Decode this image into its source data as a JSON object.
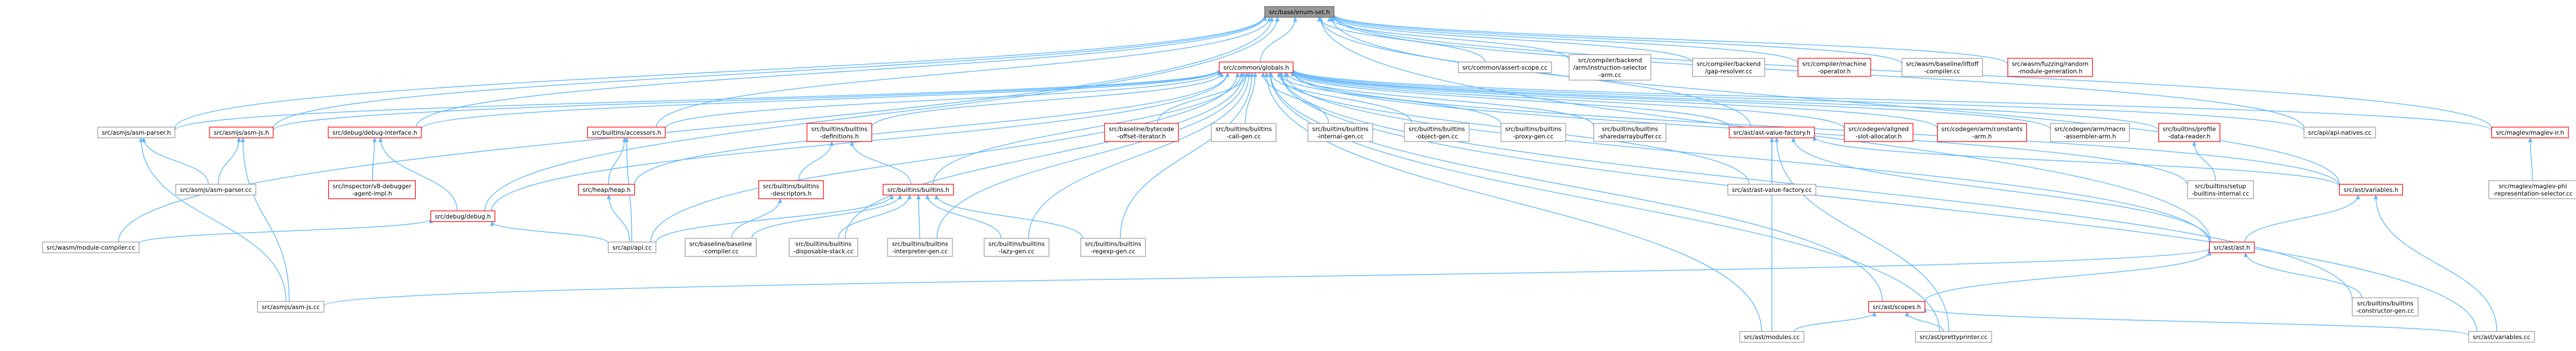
{
  "diagram": {
    "kind": "include-dependency-graph",
    "colors": {
      "edge": "#63b8ff",
      "root_fill": "#999999",
      "root_stroke": "#666666",
      "plain_stroke": "#999999",
      "truncated_stroke": "#ff0000",
      "node_fill": "#ffffff"
    },
    "nodes": [
      {
        "id": "n0",
        "lines": [
          "src/base/enum-set.h"
        ],
        "style": "root"
      },
      {
        "id": "n1",
        "lines": [
          "src/common/globals.h"
        ],
        "style": "truncated"
      },
      {
        "id": "n2",
        "lines": [
          "src/common/assert-scope.cc"
        ],
        "style": "plain"
      },
      {
        "id": "n3",
        "lines": [
          "src/compiler/backend",
          "/arm/instruction-selector",
          "-arm.cc"
        ],
        "style": "plain"
      },
      {
        "id": "n4",
        "lines": [
          "src/compiler/backend",
          "/gap-resolver.cc"
        ],
        "style": "plain"
      },
      {
        "id": "n5",
        "lines": [
          "src/compiler/machine",
          "-operator.h"
        ],
        "style": "truncated"
      },
      {
        "id": "n6",
        "lines": [
          "src/wasm/baseline/liftoff",
          "-compiler.cc"
        ],
        "style": "plain"
      },
      {
        "id": "n7",
        "lines": [
          "src/wasm/fuzzing/random",
          "-module-generation.h"
        ],
        "style": "truncated"
      },
      {
        "id": "n8",
        "lines": [
          "src/asmjs/asm-parser.h"
        ],
        "style": "plain"
      },
      {
        "id": "n9",
        "lines": [
          "src/asmjs/asm-js.h"
        ],
        "style": "truncated"
      },
      {
        "id": "n10",
        "lines": [
          "src/debug/debug-interface.h"
        ],
        "style": "truncated"
      },
      {
        "id": "n11",
        "lines": [
          "src/builtins/accessors.h"
        ],
        "style": "truncated"
      },
      {
        "id": "n12",
        "lines": [
          "src/builtins/builtins",
          "-definitions.h"
        ],
        "style": "truncated"
      },
      {
        "id": "n13",
        "lines": [
          "src/baseline/bytecode",
          "-offset-iterator.h"
        ],
        "style": "truncated"
      },
      {
        "id": "n14",
        "lines": [
          "src/builtins/builtins",
          "-call-gen.cc"
        ],
        "style": "plain"
      },
      {
        "id": "n15",
        "lines": [
          "src/builtins/builtins",
          "-internal-gen.cc"
        ],
        "style": "plain"
      },
      {
        "id": "n16",
        "lines": [
          "src/builtins/builtins",
          "-object-gen.cc"
        ],
        "style": "plain"
      },
      {
        "id": "n17",
        "lines": [
          "src/builtins/builtins",
          "-proxy-gen.cc"
        ],
        "style": "plain"
      },
      {
        "id": "n18",
        "lines": [
          "src/builtins/builtins",
          "-sharedarraybuffer.cc"
        ],
        "style": "plain"
      },
      {
        "id": "n19",
        "lines": [
          "src/ast/ast-value-factory.h"
        ],
        "style": "truncated"
      },
      {
        "id": "n20",
        "lines": [
          "src/codegen/aligned",
          "-slot-allocator.h"
        ],
        "style": "truncated"
      },
      {
        "id": "n21",
        "lines": [
          "src/codegen/arm/constants",
          "-arm.h"
        ],
        "style": "truncated"
      },
      {
        "id": "n22",
        "lines": [
          "src/codegen/arm/macro",
          "-assembler-arm.h"
        ],
        "style": "plain"
      },
      {
        "id": "n23",
        "lines": [
          "src/builtins/profile",
          "-data-reader.h"
        ],
        "style": "truncated"
      },
      {
        "id": "n24",
        "lines": [
          "src/api/api-natives.cc"
        ],
        "style": "plain"
      },
      {
        "id": "n25",
        "lines": [
          "src/maglev/maglev-ir.h"
        ],
        "style": "truncated"
      },
      {
        "id": "n26",
        "lines": [
          "src/asmjs/asm-parser.cc"
        ],
        "style": "plain"
      },
      {
        "id": "n27",
        "lines": [
          "src/inspector/v8-debugger",
          "-agent-impl.h"
        ],
        "style": "truncated"
      },
      {
        "id": "n28",
        "lines": [
          "src/debug/debug.h"
        ],
        "style": "truncated"
      },
      {
        "id": "n29",
        "lines": [
          "src/heap/heap.h"
        ],
        "style": "truncated"
      },
      {
        "id": "n30",
        "lines": [
          "src/builtins/builtins",
          "-descriptors.h"
        ],
        "style": "truncated"
      },
      {
        "id": "n31",
        "lines": [
          "src/builtins/builtins.h"
        ],
        "style": "truncated"
      },
      {
        "id": "n32",
        "lines": [
          "src/ast/ast-value-factory.cc"
        ],
        "style": "plain"
      },
      {
        "id": "n33",
        "lines": [
          "src/builtins/setup",
          "-builtins-internal.cc"
        ],
        "style": "plain"
      },
      {
        "id": "n34",
        "lines": [
          "src/ast/variables.h"
        ],
        "style": "truncated"
      },
      {
        "id": "n35",
        "lines": [
          "src/maglev/maglev-phi",
          "-representation-selector.cc"
        ],
        "style": "plain"
      },
      {
        "id": "n36",
        "lines": [
          "src/wasm/module-compiler.cc"
        ],
        "style": "plain"
      },
      {
        "id": "n37",
        "lines": [
          "src/api/api.cc"
        ],
        "style": "plain"
      },
      {
        "id": "n38",
        "lines": [
          "src/baseline/baseline",
          "-compiler.cc"
        ],
        "style": "plain"
      },
      {
        "id": "n39",
        "lines": [
          "src/builtins/builtins",
          "-disposable-stack.cc"
        ],
        "style": "plain"
      },
      {
        "id": "n40",
        "lines": [
          "src/builtins/builtins",
          "-interpreter-gen.cc"
        ],
        "style": "plain"
      },
      {
        "id": "n41",
        "lines": [
          "src/builtins/builtins",
          "-lazy-gen.cc"
        ],
        "style": "plain"
      },
      {
        "id": "n42",
        "lines": [
          "src/builtins/builtins",
          "-regexp-gen.cc"
        ],
        "style": "plain"
      },
      {
        "id": "n43",
        "lines": [
          "src/ast/ast.h"
        ],
        "style": "truncated"
      },
      {
        "id": "n44",
        "lines": [
          "src/asmjs/asm-js.cc"
        ],
        "style": "plain"
      },
      {
        "id": "n45",
        "lines": [
          "src/ast/scopes.h"
        ],
        "style": "truncated"
      },
      {
        "id": "n46",
        "lines": [
          "src/builtins/builtins",
          "-constructor-gen.cc"
        ],
        "style": "plain"
      },
      {
        "id": "n47",
        "lines": [
          "src/ast/modules.cc"
        ],
        "style": "plain"
      },
      {
        "id": "n48",
        "lines": [
          "src/ast/prettyprinter.cc"
        ],
        "style": "plain"
      },
      {
        "id": "n49",
        "lines": [
          "src/ast/variables.cc"
        ],
        "style": "plain"
      }
    ],
    "edges": [
      [
        "n1",
        "n0"
      ],
      [
        "n2",
        "n0"
      ],
      [
        "n3",
        "n0"
      ],
      [
        "n4",
        "n0"
      ],
      [
        "n5",
        "n0"
      ],
      [
        "n6",
        "n0"
      ],
      [
        "n7",
        "n0"
      ],
      [
        "n8",
        "n0"
      ],
      [
        "n9",
        "n0"
      ],
      [
        "n10",
        "n0"
      ],
      [
        "n11",
        "n0"
      ],
      [
        "n28",
        "n0"
      ],
      [
        "n36",
        "n0"
      ],
      [
        "n19",
        "n0"
      ],
      [
        "n25",
        "n0"
      ],
      [
        "n34",
        "n0"
      ],
      [
        "n43",
        "n0"
      ],
      [
        "n24",
        "n0"
      ],
      [
        "n8",
        "n1"
      ],
      [
        "n9",
        "n1"
      ],
      [
        "n10",
        "n1"
      ],
      [
        "n11",
        "n1"
      ],
      [
        "n12",
        "n1"
      ],
      [
        "n13",
        "n1"
      ],
      [
        "n14",
        "n1"
      ],
      [
        "n15",
        "n1"
      ],
      [
        "n16",
        "n1"
      ],
      [
        "n17",
        "n1"
      ],
      [
        "n18",
        "n1"
      ],
      [
        "n19",
        "n1"
      ],
      [
        "n20",
        "n1"
      ],
      [
        "n21",
        "n1"
      ],
      [
        "n22",
        "n1"
      ],
      [
        "n23",
        "n1"
      ],
      [
        "n24",
        "n1"
      ],
      [
        "n25",
        "n1"
      ],
      [
        "n28",
        "n1"
      ],
      [
        "n29",
        "n1"
      ],
      [
        "n31",
        "n1"
      ],
      [
        "n32",
        "n1"
      ],
      [
        "n33",
        "n1"
      ],
      [
        "n34",
        "n1"
      ],
      [
        "n37",
        "n1"
      ],
      [
        "n39",
        "n1"
      ],
      [
        "n40",
        "n1"
      ],
      [
        "n41",
        "n1"
      ],
      [
        "n42",
        "n1"
      ],
      [
        "n43",
        "n1"
      ],
      [
        "n45",
        "n1"
      ],
      [
        "n46",
        "n1"
      ],
      [
        "n47",
        "n1"
      ],
      [
        "n48",
        "n1"
      ],
      [
        "n49",
        "n1"
      ],
      [
        "n26",
        "n8"
      ],
      [
        "n44",
        "n8"
      ],
      [
        "n26",
        "n9"
      ],
      [
        "n44",
        "n9"
      ],
      [
        "n27",
        "n10"
      ],
      [
        "n28",
        "n10"
      ],
      [
        "n29",
        "n11"
      ],
      [
        "n37",
        "n11"
      ],
      [
        "n30",
        "n12"
      ],
      [
        "n31",
        "n12"
      ],
      [
        "n38",
        "n30"
      ],
      [
        "n37",
        "n31"
      ],
      [
        "n38",
        "n31"
      ],
      [
        "n39",
        "n31"
      ],
      [
        "n40",
        "n31"
      ],
      [
        "n41",
        "n31"
      ],
      [
        "n42",
        "n31"
      ],
      [
        "n37",
        "n28"
      ],
      [
        "n36",
        "n28"
      ],
      [
        "n37",
        "n29"
      ],
      [
        "n32",
        "n19"
      ],
      [
        "n34",
        "n19"
      ],
      [
        "n43",
        "n19"
      ],
      [
        "n47",
        "n19"
      ],
      [
        "n48",
        "n19"
      ],
      [
        "n33",
        "n23"
      ],
      [
        "n35",
        "n25"
      ],
      [
        "n43",
        "n34"
      ],
      [
        "n49",
        "n34"
      ],
      [
        "n44",
        "n43"
      ],
      [
        "n45",
        "n43"
      ],
      [
        "n46",
        "n43"
      ],
      [
        "n47",
        "n45"
      ],
      [
        "n48",
        "n45"
      ],
      [
        "n49",
        "n45"
      ]
    ]
  }
}
